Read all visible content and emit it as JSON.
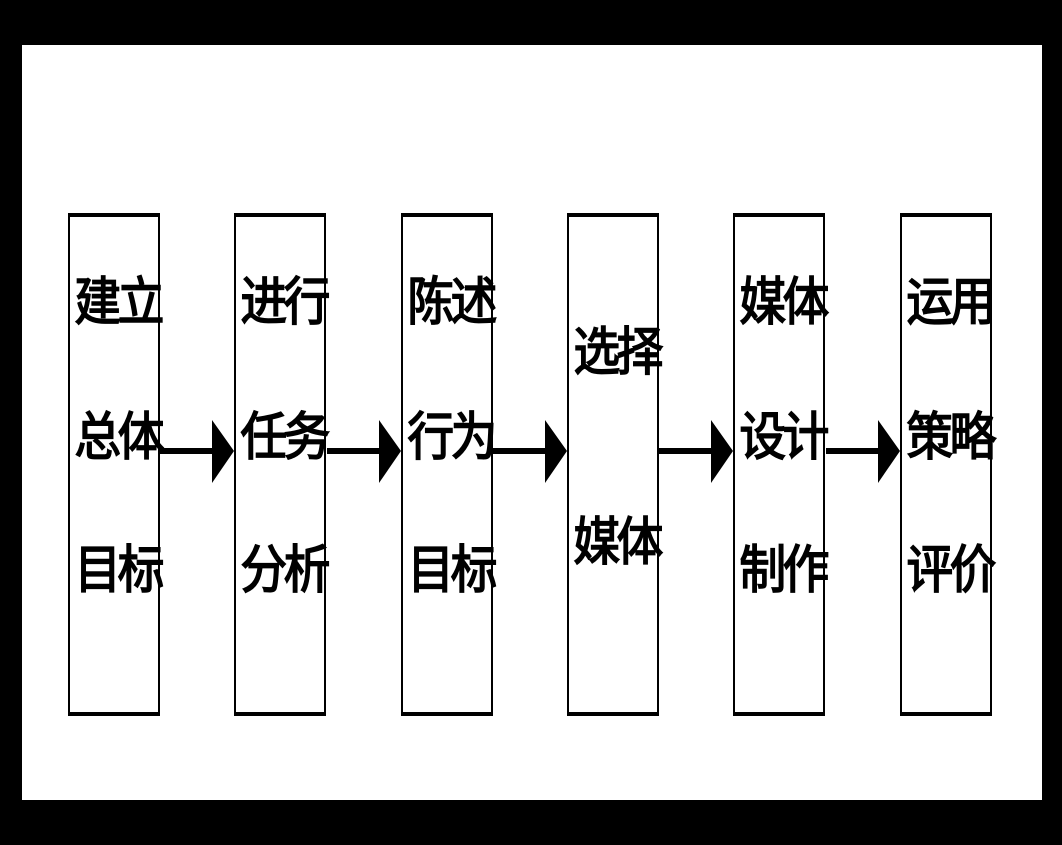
{
  "steps": [
    {
      "id": "goal",
      "lines": [
        "建立",
        "总体",
        "目标"
      ]
    },
    {
      "id": "task",
      "lines": [
        "进行",
        "任务",
        "分析"
      ]
    },
    {
      "id": "behavior",
      "lines": [
        "陈述",
        "行为",
        "目标"
      ]
    },
    {
      "id": "media",
      "lines": [
        "选择",
        "媒体"
      ]
    },
    {
      "id": "design",
      "lines": [
        "媒体",
        "设计",
        "制作"
      ]
    },
    {
      "id": "evaluate",
      "lines": [
        "运用",
        "策略",
        "评价"
      ]
    }
  ],
  "colors": {
    "frame": "#000000",
    "background": "#ffffff",
    "ink": "#000000"
  }
}
